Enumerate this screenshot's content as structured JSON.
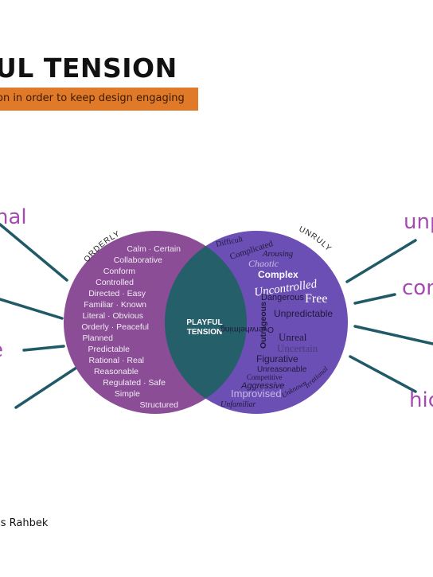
{
  "header": {
    "title": "UL TENSION",
    "subtitle": "on in order to keep design engaging"
  },
  "side_labels": {
    "left_top": "nal",
    "left_bottom": "e",
    "right_top": "unp",
    "right_mid": "con",
    "right_bottom": "hic"
  },
  "diagram": {
    "left_label": "ORDERLY",
    "right_label": "UNRULY",
    "center_label_line1": "PLAYFUL",
    "center_label_line2": "TENSION",
    "left_words": [
      "Calm · Certain",
      "Collaborative",
      "Conform",
      "Controlled",
      "Directed · Easy",
      "Familiar · Known",
      "Literal · Obvious",
      "Orderly · Peaceful",
      "Planned",
      "Predictable",
      "Rational · Real",
      "Reasonable",
      "Regulated · Safe",
      "Simple",
      "Structured"
    ],
    "right_words": {
      "w1": "Difficult",
      "w2": "Complicated",
      "w3": "Arousing",
      "w4": "Chaotic",
      "w5": "Complex",
      "w6": "Uncontrolled",
      "w7": "Dangerous",
      "w8": "Free",
      "w9": "Unpredictable",
      "w10": "Outrageous",
      "w11": "Overwhelming",
      "w12": "Unreal",
      "w13": "Uncertain",
      "w14": "Figurative",
      "w15": "Unreasonable",
      "w16": "Competitive",
      "w17": "Aggressive",
      "w18": "Unknown",
      "w19": "Irrational",
      "w20": "Improvised",
      "w21": "Unfamiliar"
    }
  },
  "credit": "ss Rahbek",
  "colors": {
    "left_circle": "#8a4d96",
    "right_circle": "#6c4fb4",
    "overlap": "#255f6a",
    "rays": "#1f5a66",
    "accent_text": "#a44ab0",
    "subtitle_bar": "#e07a28"
  }
}
